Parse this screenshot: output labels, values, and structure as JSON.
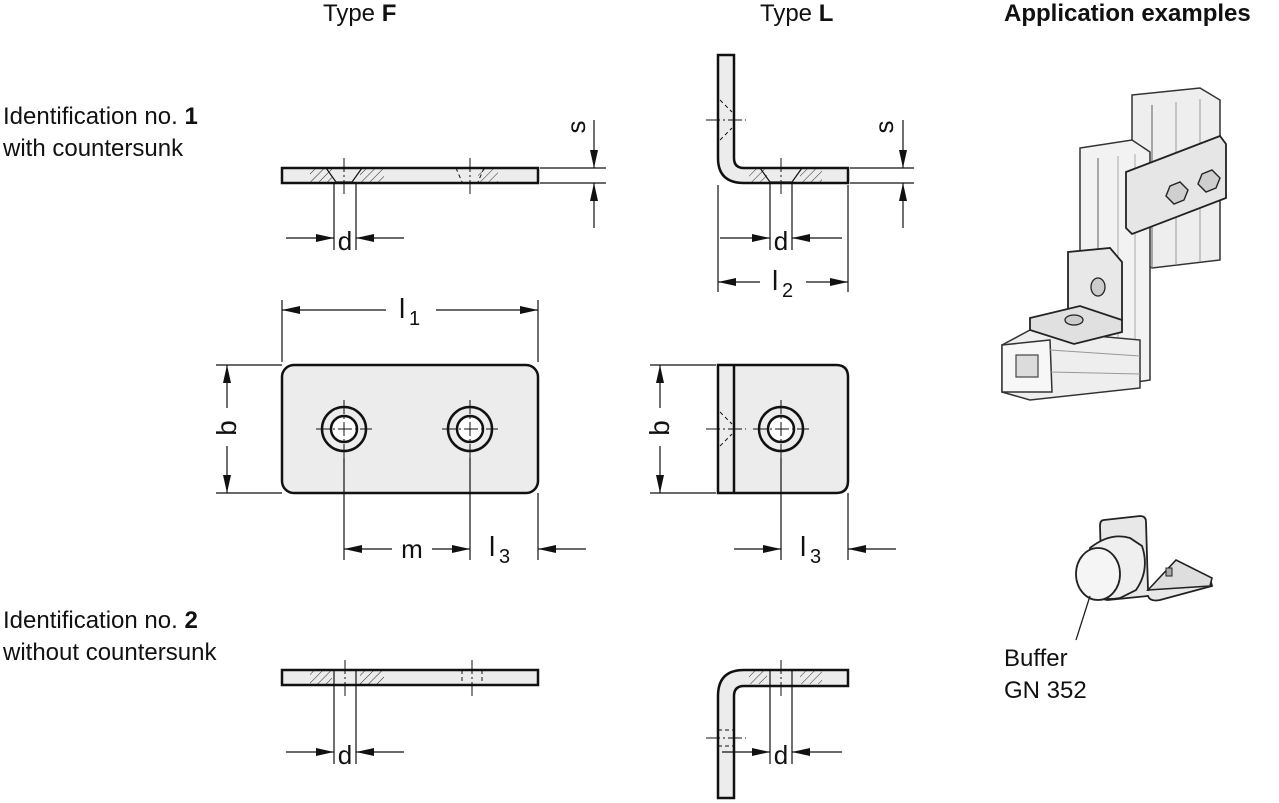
{
  "headers": {
    "type_f_prefix": "Type ",
    "type_f_letter": "F",
    "type_l_prefix": "Type ",
    "type_l_letter": "L",
    "application": "Application examples"
  },
  "identification": {
    "id1_prefix": "Identification no. ",
    "id1_number": "1",
    "id1_desc": "with countersunk",
    "id2_prefix": "Identification no. ",
    "id2_number": "2",
    "id2_desc": "without countersunk"
  },
  "dimensions": {
    "s": "s",
    "d": "d",
    "b": "b",
    "m": "m",
    "l": "l",
    "sub1": "1",
    "sub2": "2",
    "sub3": "3"
  },
  "buffer": {
    "line1": "Buffer",
    "line2": "GN 352"
  }
}
